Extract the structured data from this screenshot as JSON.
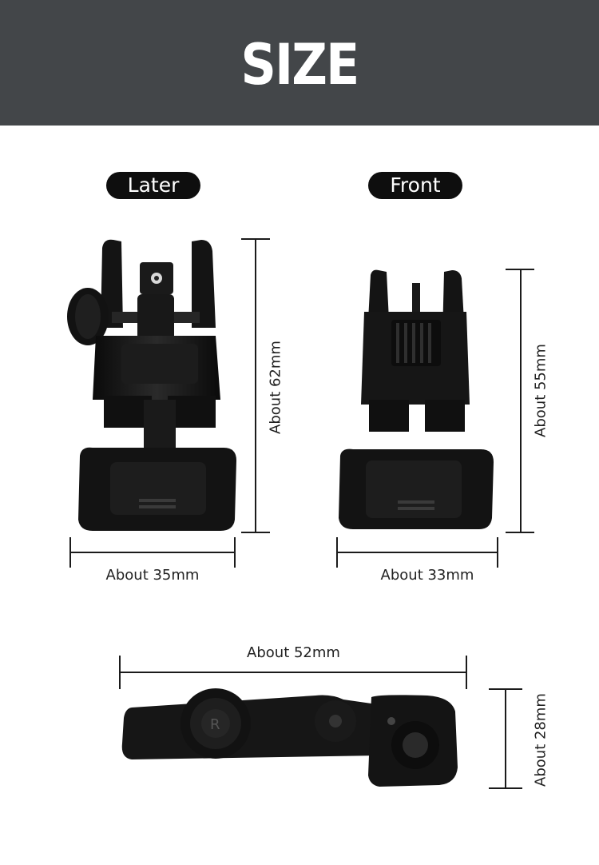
{
  "header": {
    "title": "SIZE",
    "background": "#434649"
  },
  "views": {
    "later": {
      "label": "Later",
      "width_label": "About 35mm",
      "height_label": "About 62mm"
    },
    "front": {
      "label": "Front",
      "width_label": "About 33mm",
      "height_label": "About 55mm"
    },
    "folded": {
      "length_label": "About 52mm",
      "height_label": "About 28mm"
    }
  },
  "colors": {
    "product": "#151515",
    "pill": "#0e0e0e",
    "dimension_line": "#1b1b1b"
  }
}
